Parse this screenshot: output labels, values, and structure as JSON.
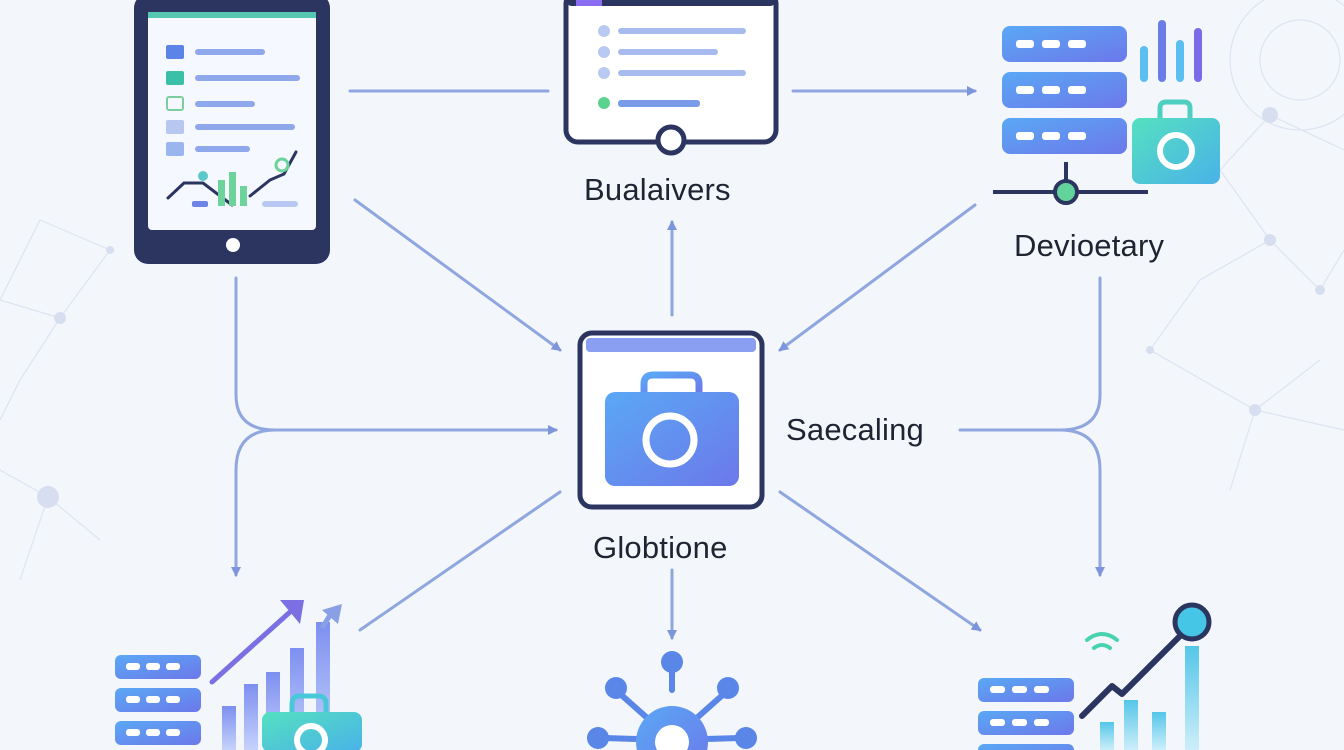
{
  "labels": {
    "top_center": "Bualaivers",
    "top_right": "Devioetary",
    "middle_right": "Saecaling",
    "center": "Globtione"
  },
  "colors": {
    "background": "#f3f6fb",
    "navy": "#2b3560",
    "arrow": "#8fa6df",
    "arrow_head": "#7f95db",
    "blue": "#6b8ef0",
    "teal": "#4fd1c5",
    "green": "#5cc98a"
  },
  "icons": [
    "tablet-dashboard-icon",
    "monitor-list-icon",
    "server-stack-icon",
    "camera-window-icon",
    "server-growth-chart-icon",
    "network-hub-icon",
    "server-analytics-icon"
  ]
}
